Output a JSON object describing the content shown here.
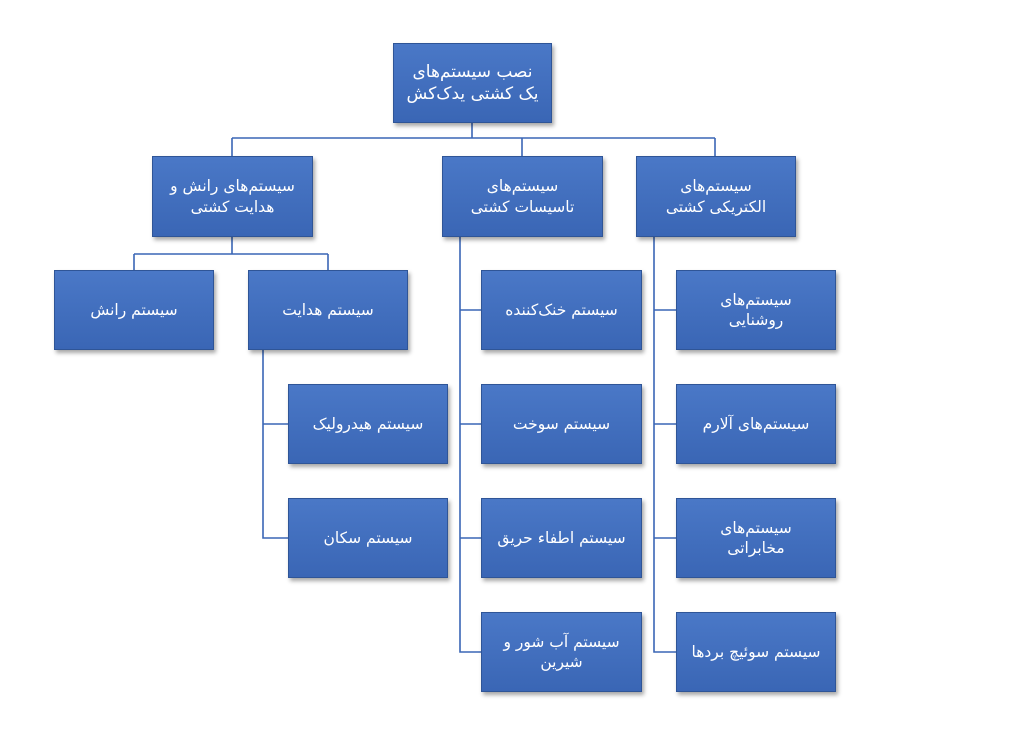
{
  "diagram": {
    "root": "نصب سیستم‌های\nیک کشتی یدک‌کش",
    "propulsion": {
      "label": "سیستم‌های رانش و\nهدایت کشتی",
      "propulsion_system": "سیستم رانش",
      "steering_system": "سیستم هدایت",
      "hydraulic_system": "سیستم هیدرولیک",
      "rudder_system": "سیستم سکان"
    },
    "facilities": {
      "label": "سیستم‌های\nتاسیسات کشتی",
      "cooling_system": "سیستم خنک‌کننده",
      "fuel_system": "سیستم سوخت",
      "fire_system": "سیستم اطفاء حریق",
      "water_system": "سیستم آب شور و\nشیرین"
    },
    "electrical": {
      "label": "سیستم‌های\nالکتریکی کشتی",
      "lighting_systems": "سیستم‌های\nروشنایی",
      "alarm_systems": "سیستم‌های آلارم",
      "comm_systems": "سیستم‌های\nمخابراتی",
      "switchboard_system": "سیستم سوئیچ بردها"
    }
  },
  "colors": {
    "box_fill": "#3f6fbf",
    "box_border": "#2f5597",
    "connector": "#3a66b5",
    "text": "#ffffff"
  }
}
